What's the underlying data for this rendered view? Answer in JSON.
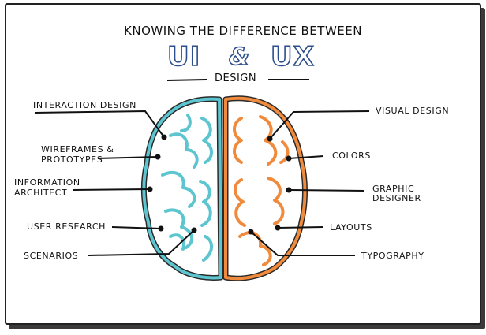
{
  "title": {
    "heading": "KNOWING THE DIFFERENCE BETWEEN",
    "ui": "UI",
    "amp": "&",
    "ux": "UX",
    "subheading": "DESIGN"
  },
  "left_labels": [
    "INTERACTION DESIGN",
    "WIREFRAMES &",
    "PROTOTYPES",
    "INFORMATION",
    "ARCHITECT",
    "USER RESEARCH",
    "SCENARIOS"
  ],
  "right_labels": [
    "VISUAL DESIGN",
    "COLORS",
    "GRAPHIC",
    "DESIGNER",
    "LAYOUTS",
    "TYPOGRAPHY"
  ],
  "colors": {
    "ux_brain": "#5cc5cf",
    "ui_brain": "#f08a3c",
    "title_stroke": "#2d4f8e",
    "ink": "#111111"
  }
}
